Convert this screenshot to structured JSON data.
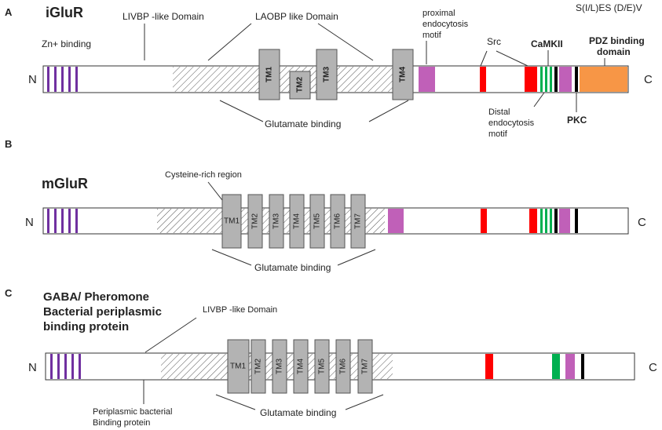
{
  "panels": {
    "a": {
      "letter": "A",
      "title": "iGluR",
      "n_label": "N",
      "c_label": "C",
      "labels": {
        "zn": "Zn+ binding",
        "livbp": "LIVBP -like Domain",
        "laobp": "LAOBP like Domain",
        "proximal_1": "proximal",
        "proximal_2": "endocytosis",
        "proximal_3": "motif",
        "src": "Src",
        "camkii": "CaMKII",
        "seq": "S(I/L)ES (D/E)V",
        "pdz_1": "PDZ binding",
        "pdz_2": "domain",
        "distal_1": "Distal",
        "distal_2": "endocytosis",
        "distal_3": "motif",
        "pkc": "PKC",
        "glutamate": "Glutamate binding"
      },
      "tm": [
        "TM1",
        "TM2",
        "TM3",
        "TM4"
      ]
    },
    "b": {
      "letter": "B",
      "title": "mGluR",
      "n_label": "N",
      "c_label": "C",
      "labels": {
        "cysteine": "Cysteine-rich region",
        "glutamate": "Glutamate binding"
      },
      "tm": [
        "TM1",
        "TM2",
        "TM3",
        "TM4",
        "TM5",
        "TM6",
        "TM7"
      ]
    },
    "c": {
      "letter": "C",
      "title_1": "GABA/ Pheromone",
      "title_2": "Bacterial periplasmic",
      "title_3": "binding protein",
      "n_label": "N",
      "c_label": "C",
      "labels": {
        "livbp": "LIVBP -like Domain",
        "peri_1": "Periplasmic bacterial",
        "peri_2": "Binding protein",
        "glutamate": "Glutamate binding"
      },
      "tm": [
        "TM1",
        "TM2",
        "TM3",
        "TM4",
        "TM5",
        "TM6",
        "TM7"
      ]
    }
  },
  "colors": {
    "zn": "#7030a0",
    "motif_magenta": "#c060b8",
    "src_red": "#ff0000",
    "camkii_green": "#00b050",
    "pkc_black": "#000000",
    "pdz_orange": "#f79646",
    "tm_gray": "#b3b3b3"
  }
}
